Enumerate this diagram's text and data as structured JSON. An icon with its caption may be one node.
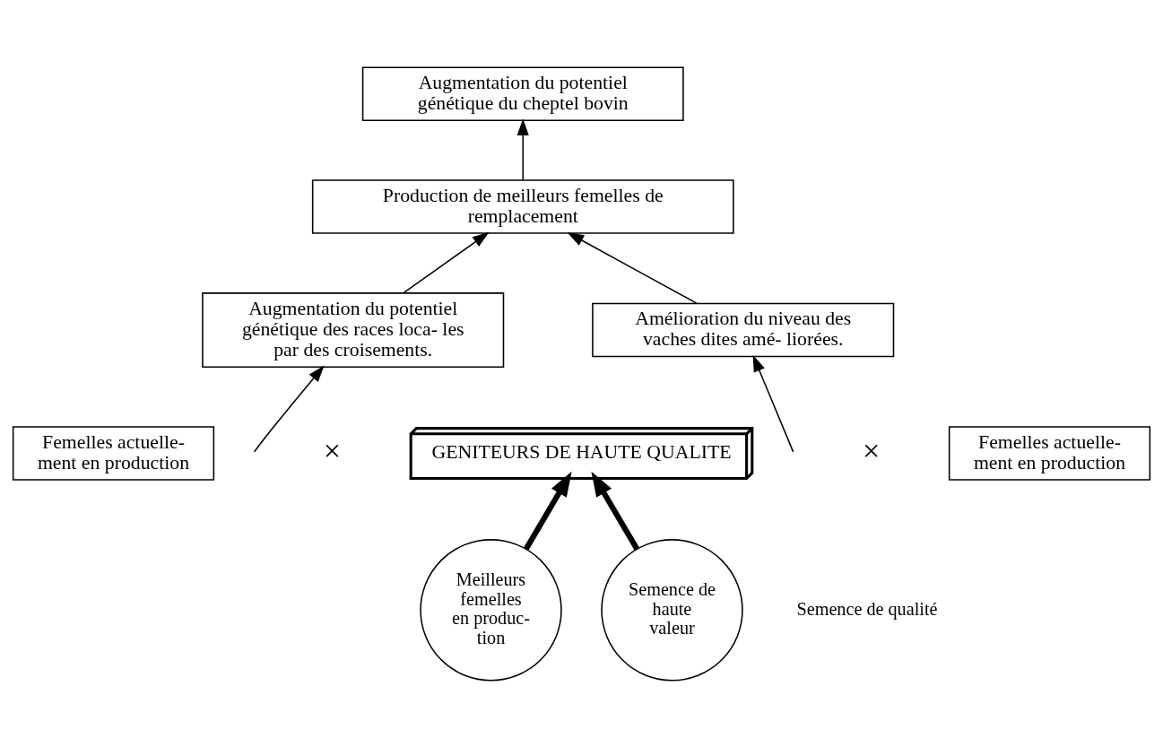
{
  "diagram": {
    "nodes": [
      {
        "text": [
          "Augmentation du potentiel génétique du cheptel bovin"
        ]
      },
      {
        "text": [
          "Production de meilleurs femelles de remplacement"
        ]
      },
      {
        "text": [
          "Augmentation du potentiel génétique des races loca- les par des croisements."
        ]
      },
      {
        "text": [
          "Amélioration du niveau des vaches dites amé- liorées."
        ]
      },
      {
        "text": [
          "Femelles actuelle- ment en production"
        ]
      },
      {
        "text": [
          "GENITEURS DE HAUTE QUALITE"
        ]
      },
      {
        "text": [
          "Femelles actuelle- ment en production"
        ]
      },
      {
        "text": [
          "Meilleurs femelles en produc- tion"
        ]
      },
      {
        "text": [
          "Semence de haute valeur"
        ]
      }
    ],
    "edges": [
      {
        "from": 1,
        "to": 0,
        "arrow": "to"
      },
      {
        "from": 2,
        "to": 1,
        "arrow": "to"
      },
      {
        "from": 3,
        "to": 1,
        "arrow": "to"
      },
      {
        "from": null,
        "to": 2,
        "arrow": "to"
      },
      {
        "from": null,
        "to": 3,
        "arrow": "to"
      },
      {
        "from": 7,
        "to": 5,
        "arrow": "to",
        "style": "thick"
      },
      {
        "from": 8,
        "to": 5,
        "arrow": "to",
        "style": "thick"
      }
    ],
    "labels": [
      "×",
      "×",
      "Semence de qualité"
    ]
  }
}
